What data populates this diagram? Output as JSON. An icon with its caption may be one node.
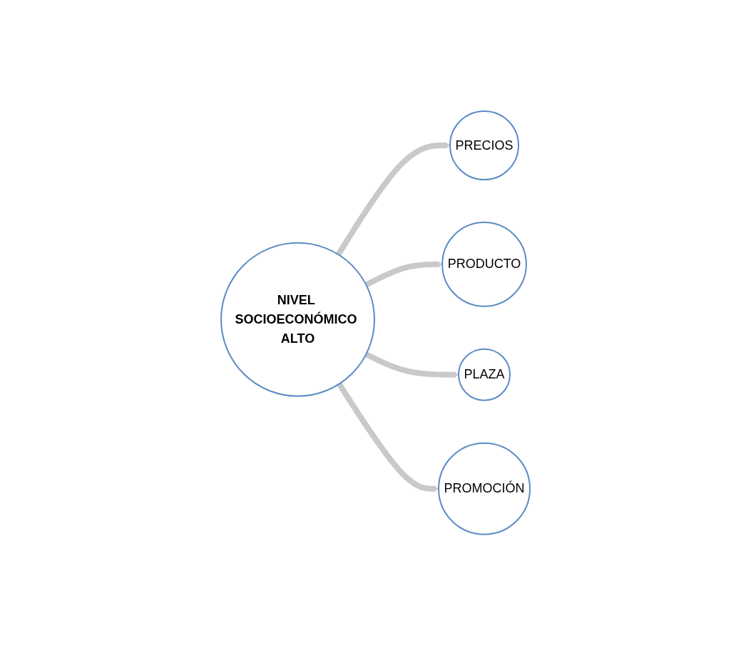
{
  "diagram": {
    "nodes": [
      {
        "text": [
          "PRECIOS"
        ]
      },
      {
        "text": [
          "PRODUCTO"
        ]
      },
      {
        "text": [
          "NIVEL SOCIOECONÓMICO ALTO"
        ]
      },
      {
        "text": [
          "PLAZA"
        ]
      },
      {
        "text": [
          "PROMOCIÓN"
        ]
      }
    ],
    "edges": [
      {
        "from": 2,
        "to": 0,
        "arrow": "to"
      },
      {
        "from": 2,
        "to": 1,
        "arrow": "to"
      },
      {
        "from": 2,
        "to": 3,
        "arrow": "to"
      },
      {
        "from": 2,
        "to": 4,
        "arrow": "to"
      }
    ]
  }
}
